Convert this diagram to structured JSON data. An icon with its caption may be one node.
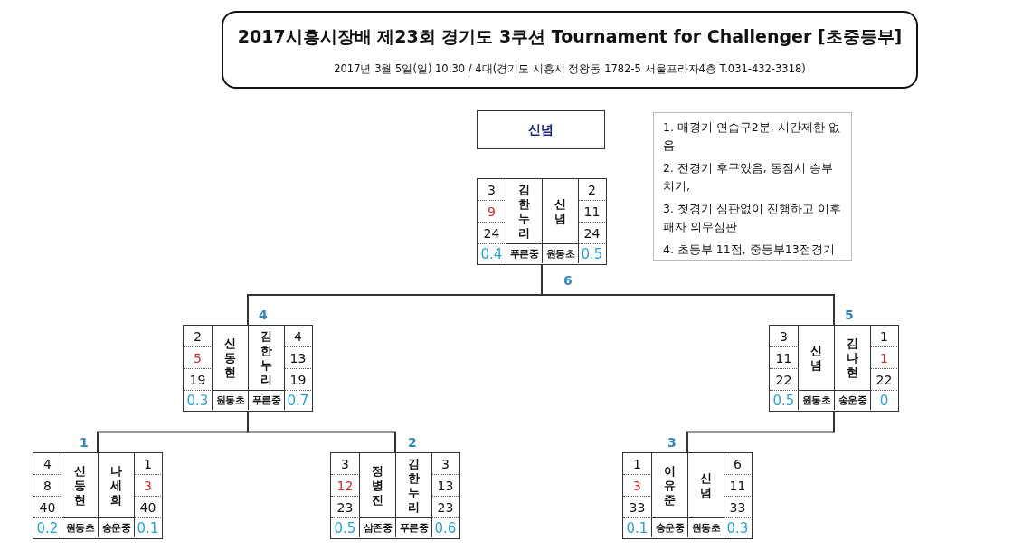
{
  "diagram": {
    "title": "2017시흥시장배  제23회 경기도 3쿠션 Tournament for Challenger [초중등부]",
    "nodes": [
      {
        "text": [
          "신념"
        ]
      },
      {
        "text": [
          "1. 매경기 연습구2분, 시간제한 없음",
          "2. 전경기 후구있음, 동점시 승부치기,",
          "3. 첫경기 심판없이 진행하고 이후 패자 의무심판",
          "4. 초등부 11점, 중등부13점경기"
        ]
      },
      {
        "text": [
          "3",
          "김한누리",
          "신념",
          "2",
          "9",
          "11",
          "24",
          "24",
          "0.4",
          "푸른중",
          "원동초",
          "0.5"
        ],
        "beside": [
          "6"
        ]
      },
      {
        "text": [
          "2",
          "신동현",
          "김한누리",
          "4",
          "5",
          "13",
          "19",
          "19",
          "0.3",
          "원동초",
          "푸른중",
          "0.7"
        ],
        "beside": [
          "4"
        ]
      },
      {
        "text": [
          "3",
          "신념",
          "김나현",
          "1",
          "11",
          "1",
          "22",
          "22",
          "0.5",
          "원동초",
          "송운중",
          "0"
        ],
        "beside": [
          "5"
        ]
      },
      {
        "text": [
          "4",
          "신동현",
          "나세희",
          "1",
          "8",
          "3",
          "40",
          "40",
          "0.2",
          "원동초",
          "송운중",
          "0.1"
        ],
        "beside": [
          "1"
        ]
      },
      {
        "text": [
          "3",
          "정병진",
          "김한누리",
          "3",
          "12",
          "13",
          "23",
          "23",
          "0.5",
          "삼존중",
          "푸른중",
          "0.6"
        ],
        "beside": [
          "2"
        ]
      },
      {
        "text": [
          "1",
          "이유준",
          "신념",
          "6",
          "3",
          "11",
          "33",
          "33",
          "0.1",
          "송운중",
          "원동초",
          "0.3"
        ],
        "beside": [
          "3"
        ]
      }
    ],
    "edges": [
      {
        "from": 5,
        "to": 3,
        "arrow": "none"
      },
      {
        "from": 6,
        "to": 3,
        "arrow": "none"
      },
      {
        "from": 7,
        "to": 4,
        "arrow": "none"
      },
      {
        "from": 3,
        "to": 2,
        "arrow": "none"
      },
      {
        "from": 4,
        "to": 2,
        "arrow": "none"
      }
    ],
    "labels": [
      "2017년 3월 5일(일) 10:30 / 4대(경기도 시흥시 정왕동 1782-5 서울프라자4층 T.031-432-3318)"
    ]
  }
}
